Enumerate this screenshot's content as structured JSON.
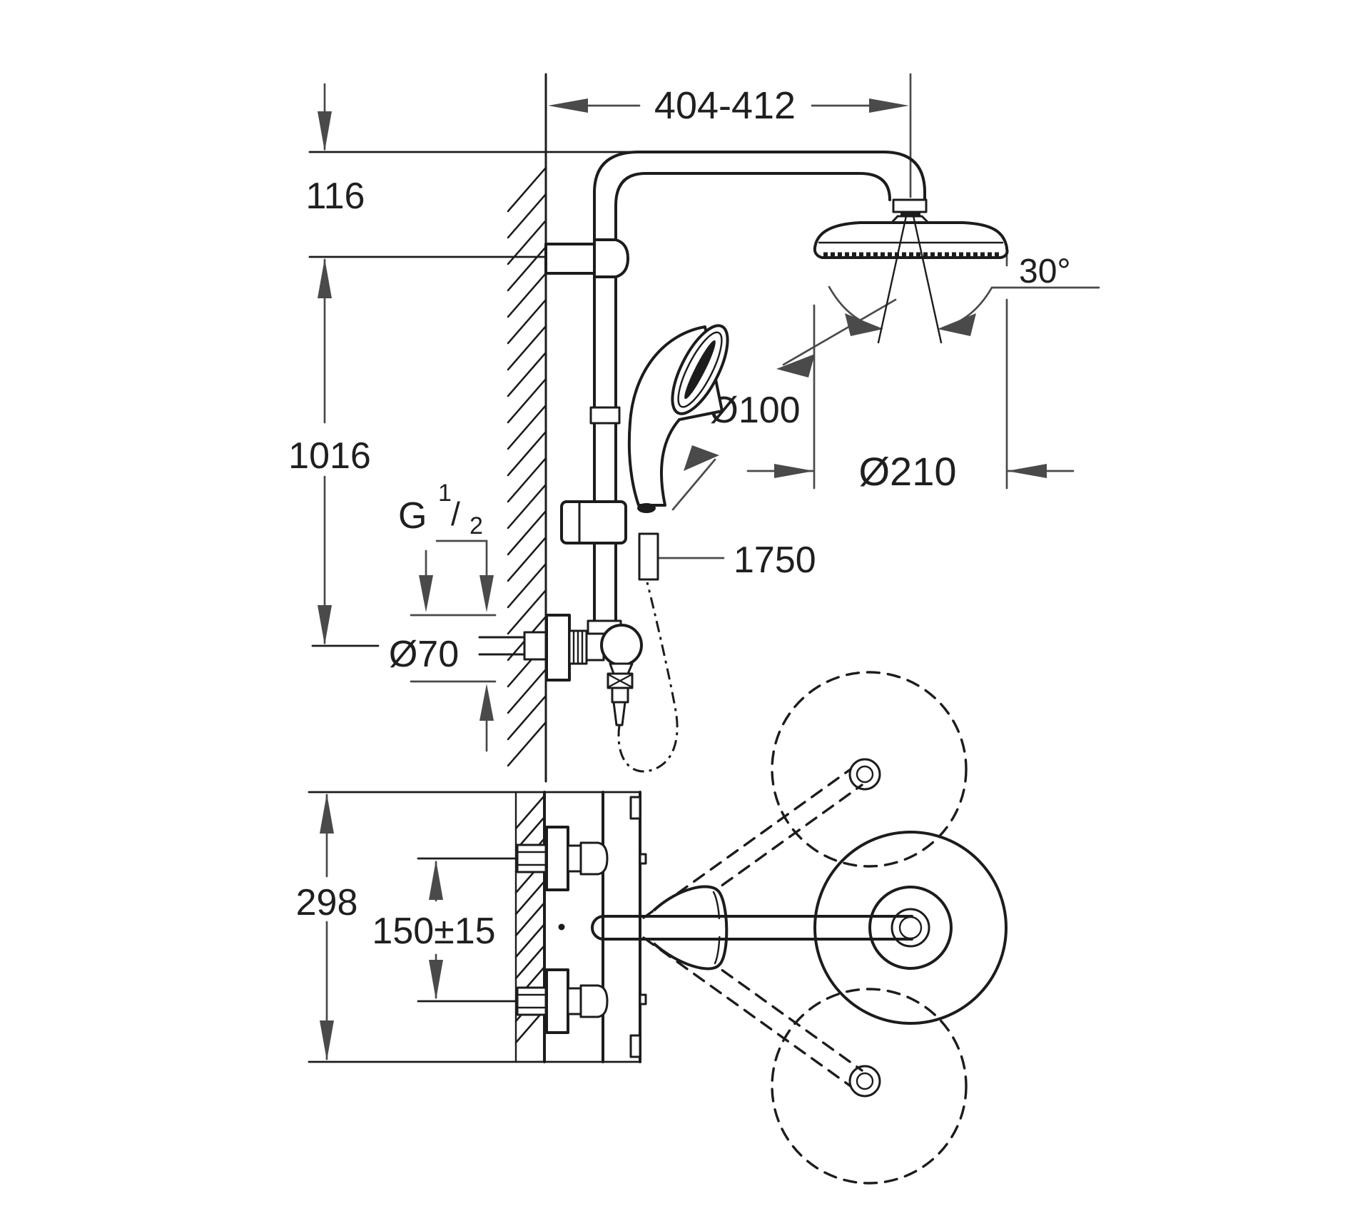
{
  "drawing": {
    "kind": "technical dimension diagram",
    "subject": "wall-mounted thermostatic shower system (side view and plan view)",
    "views": {
      "side_view": "shower rail with head shower, hand shower, hose and thermostat valve",
      "plan_view": "thermostat with supply connections, swivel shower arm, head shower disc and dashed alternate positions"
    },
    "labels": {
      "projection": "404-412",
      "wall_to_arm": "116",
      "rail_height": "1016",
      "thread_prefix": "G",
      "thread_numerator": "1",
      "thread_slash": "/",
      "thread_denominator": "2",
      "escutcheon_diameter": "Ø70",
      "hand_shower_diameter": "Ø100",
      "head_shower_diameter": "Ø210",
      "hose_length": "1750",
      "swivel_angle": "30°",
      "plan_height": "298",
      "supply_spacing": "150±15"
    },
    "colors": {
      "line": "#1c1c1c",
      "dimension": "#4a4a4a",
      "text": "#1f1f1f",
      "background": "#ffffff"
    }
  }
}
